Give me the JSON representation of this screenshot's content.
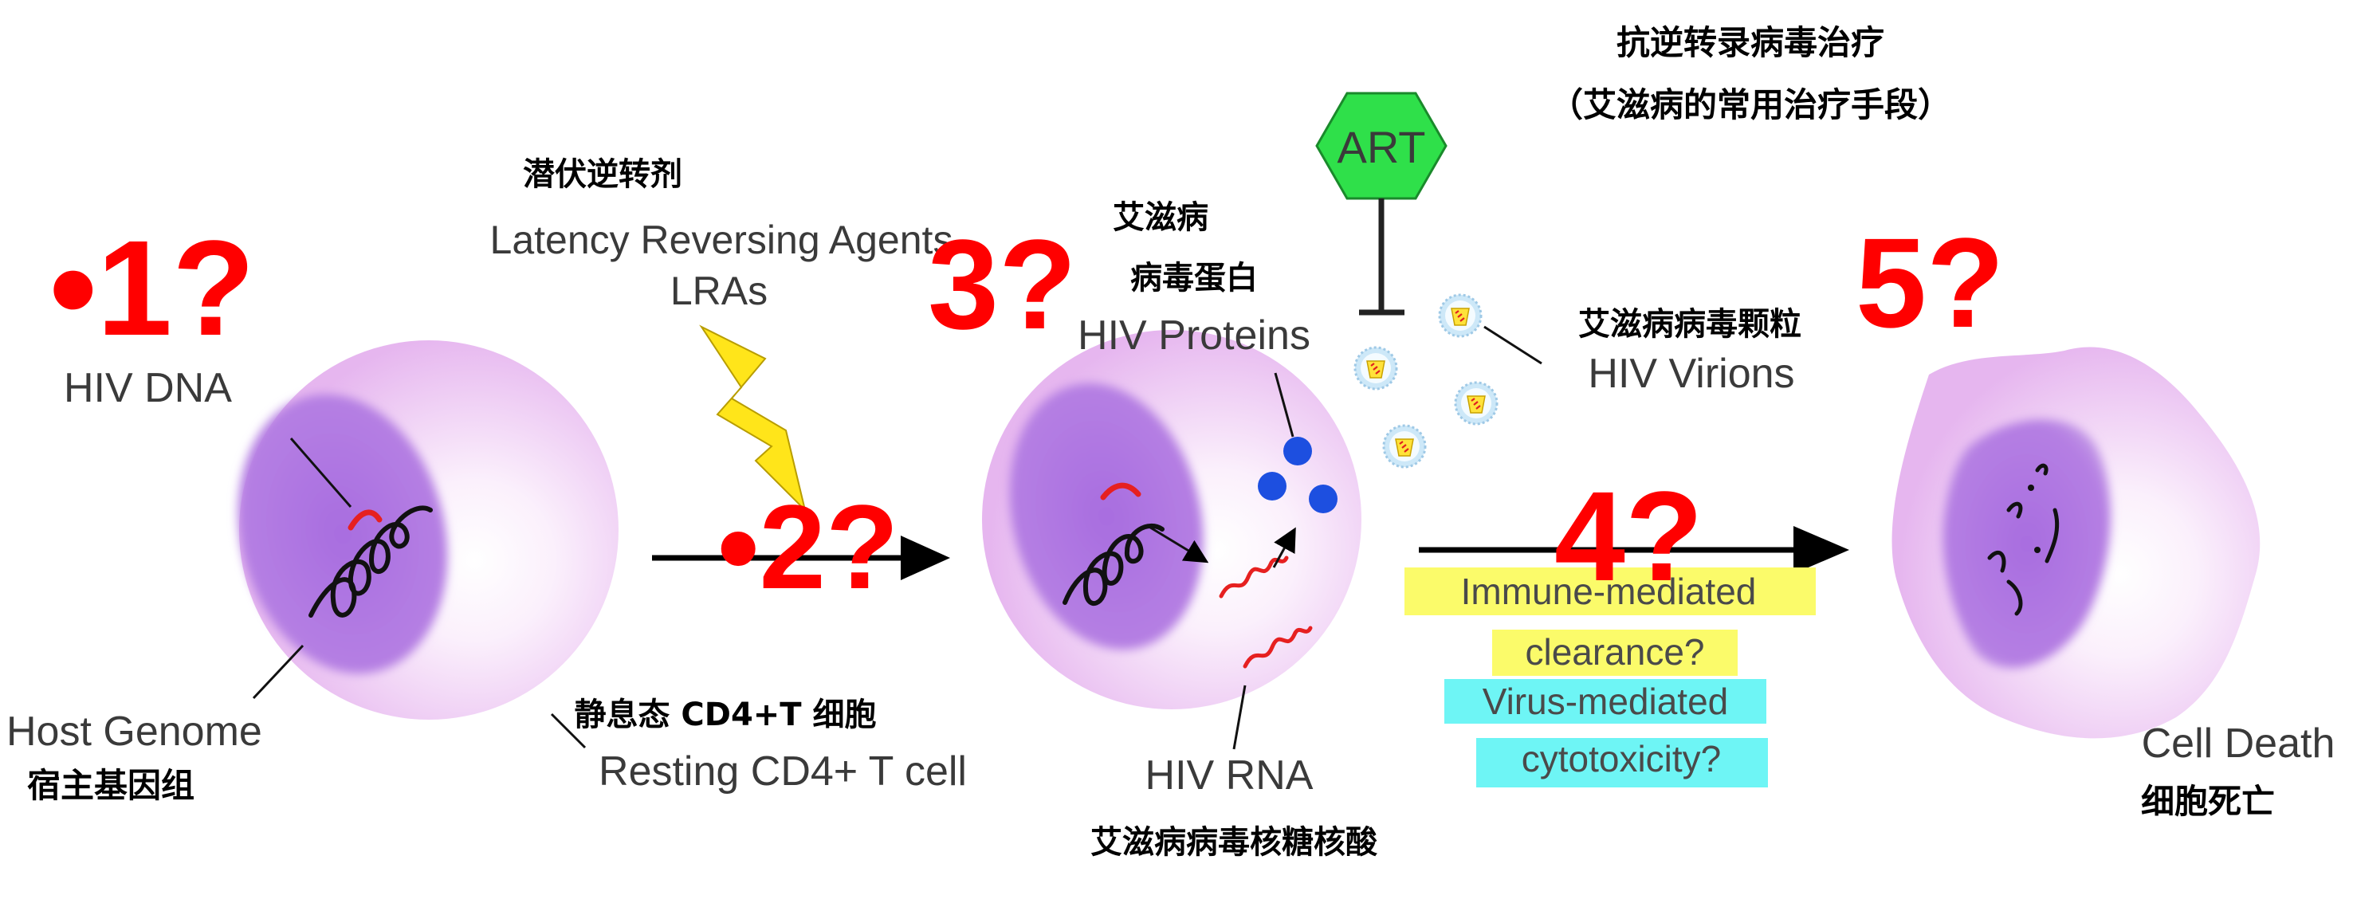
{
  "colors": {
    "cell_outer": "#e8bdf0",
    "cell_inner": "#ffffff",
    "nucleus": "#b277e0",
    "red_marker": "#ff0000",
    "art_green": "#2fe04a",
    "bolt_yellow": "#ffe51a",
    "protein_blue": "#1d4fe0",
    "highlight_yellow": "#fbfb6a",
    "highlight_cyan": "#6ef5f5"
  },
  "markers": {
    "m1": "•1?",
    "m2": "•2?",
    "m3": "3?",
    "m4": "4?",
    "m5": "5?"
  },
  "labels": {
    "hiv_dna": "HIV DNA",
    "host_genome": "Host Genome",
    "host_genome_cn": "宿主基因组",
    "lra_cn": "潜伏逆转剂",
    "lra_line1": "Latency Reversing Agents",
    "lra_line2": "LRAs",
    "resting_cn": "静息态 CD4+T 细胞",
    "resting": "Resting CD4+ T cell",
    "hiv_cn_1": "艾滋病",
    "hiv_cn_2": "病毒蛋白",
    "hiv_proteins": "HIV Proteins",
    "hiv_rna": "HIV RNA",
    "hiv_rna_cn": "艾滋病病毒核糖核酸",
    "art": "ART",
    "art_cn_1": "抗逆转录病毒治疗",
    "art_cn_2": "（艾滋病的常用治疗手段）",
    "virions_cn": "艾滋病病毒颗粒",
    "virions": "HIV Virions",
    "immune_1": "Immune-mediated",
    "immune_2": "clearance?",
    "virus_1": "Virus-mediated",
    "virus_2": "cytotoxicity?",
    "cell_death": "Cell Death",
    "cell_death_cn": "细胞死亡"
  },
  "icons": {
    "art_badge": "green-hexagon",
    "lra": "lightning-bolt",
    "virion": "virion-particle",
    "protein": "blue-dot"
  }
}
